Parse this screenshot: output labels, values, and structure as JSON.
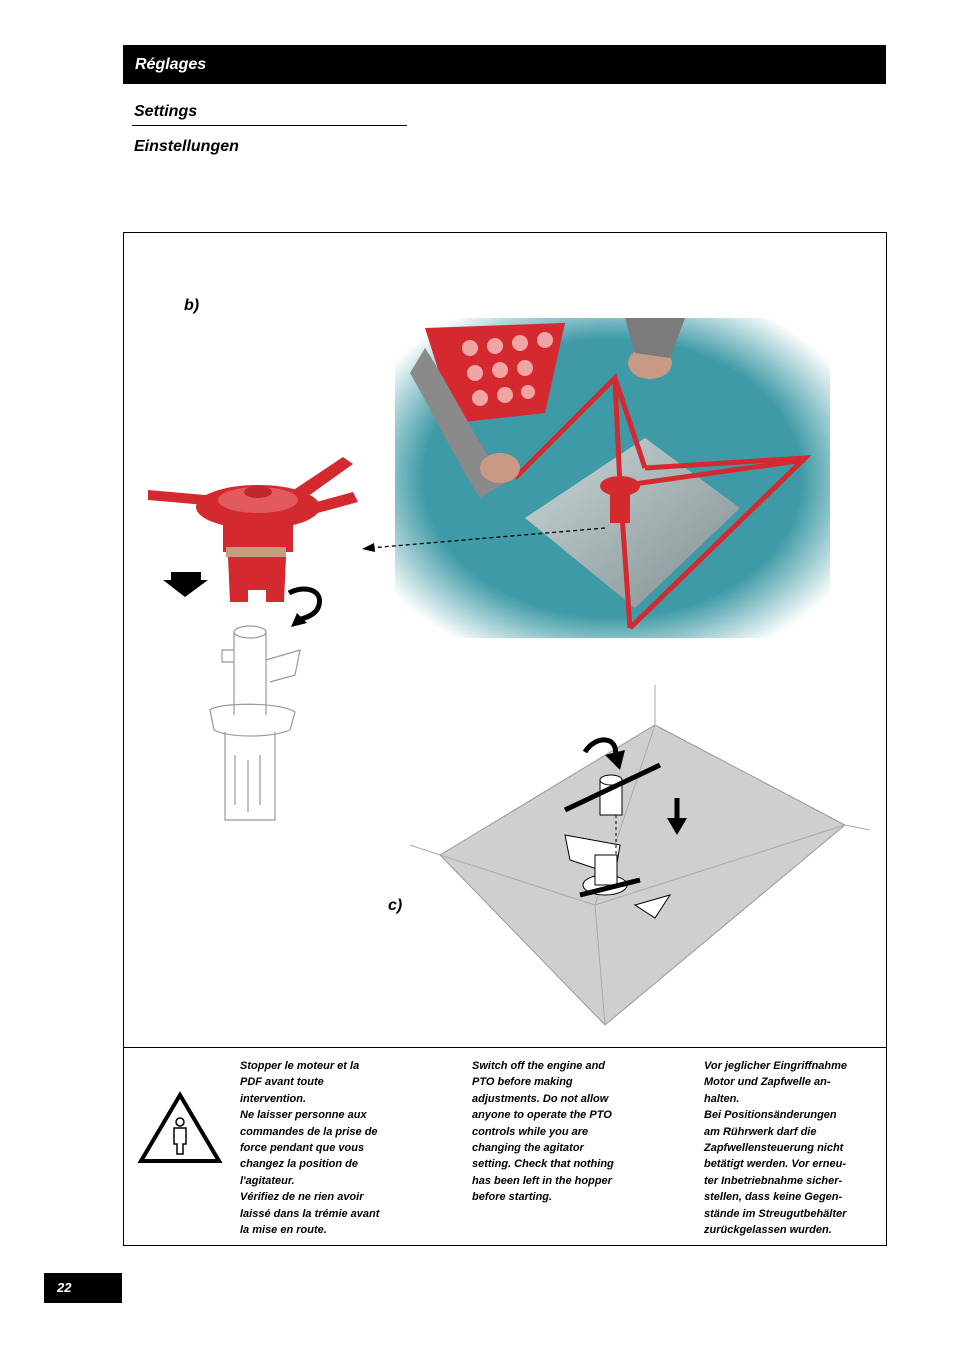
{
  "header": {
    "title": "Réglages",
    "subtitle_en": "Settings",
    "subtitle_de": "Einstellungen"
  },
  "figure": {
    "label_b": "b)",
    "label_c": "c)",
    "colors": {
      "agitator_red": "#d42a2f",
      "hopper_blue": "#3e9aa6",
      "hopper_steel": "#c9c9c9"
    }
  },
  "warning": {
    "icon": "warning-triangle-person-icon",
    "fr": "Stopper le moteur et la\nPDF avant toute\nintervention.\nNe laisser personne aux\ncommandes de  la prise de\nforce pendant que vous\nchangez la position de\nl'agitateur.\nVérifiez de ne rien avoir\nlaissé dans la trémie avant\nla mise en route.",
    "en": "Switch off the engine and\nPTO before making\nadjustments. Do not allow\nanyone to operate the PTO\ncontrols while you are\nchanging the agitator\nsetting. Check that nothing\nhas been left in the hopper\nbefore starting.",
    "de": "Vor jeglicher Eingriffnahme\nMotor und Zapfwelle an-\nhalten.\nBei Positionsänderungen\nam Rührwerk darf die\nZapfwellensteuerung nicht\nbetätigt werden. Vor erneu-\nter  Inbetriebnahme sicher-\nstellen, dass keine Gegen-\nstände im Streugutbehälter\nzurückgelassen wurden."
  },
  "page_number": "22"
}
